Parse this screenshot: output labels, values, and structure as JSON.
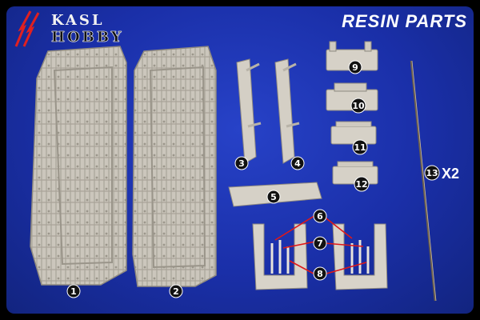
{
  "brand": {
    "line1": "KASL",
    "line2": "HOBBY"
  },
  "title": "RESIN PARTS",
  "part_numbers": [
    "1",
    "2",
    "3",
    "4",
    "5",
    "6",
    "7",
    "8",
    "9",
    "10",
    "11",
    "12",
    "13"
  ],
  "quantity_label": "X2",
  "colors": {
    "background": "#1a2fa8",
    "resin": "#cfcac0",
    "badge": "#111111",
    "leader_lines": "#e01818"
  }
}
